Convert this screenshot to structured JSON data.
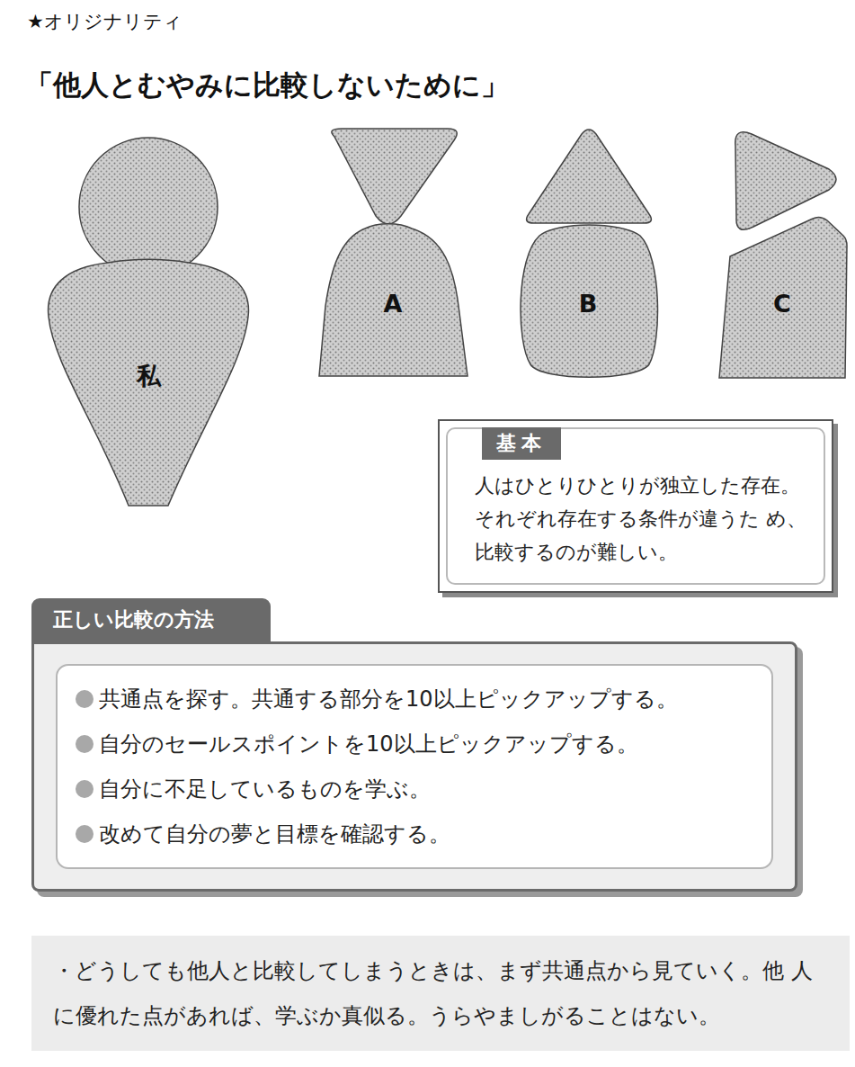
{
  "diagram": {
    "title": "「他人とむやみに比較しないために」",
    "nodes": [
      {
        "text": [
          "私"
        ]
      },
      {
        "text": [
          "A"
        ]
      },
      {
        "text": [
          "B"
        ]
      },
      {
        "text": [
          "C"
        ]
      },
      {
        "text": [
          "基本",
          "人はひとりひとりが独立した存在。 それぞれ存在する条件が違うた め、比較するのが難しい。"
        ]
      },
      {
        "text": [
          "正しい比較の方法",
          "共通点を探す。共通する部分を10以上ピックアップする。",
          "自分のセールスポイントを10以上ピックアップする。",
          "自分に不足しているものを学ぶ。",
          "改めて自分の夢と目標を確認する。"
        ]
      },
      {
        "text": [
          "・どうしても他人と比較してしまうときは、まず共通点から見ていく。他 人に優れた点があれば、学ぶか真似る。うらやましがることはない。"
        ]
      }
    ],
    "labels": [
      "★オリジナリティ"
    ]
  }
}
